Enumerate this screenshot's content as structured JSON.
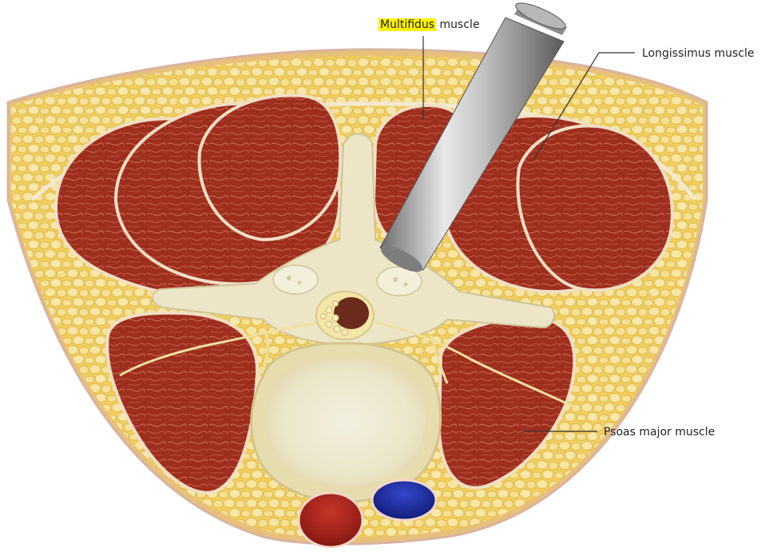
{
  "labels": {
    "multifidus_highlight": "Multifidus",
    "multifidus_rest": "muscle",
    "longissimus": "Longissimus muscle",
    "psoas": "Psoas major muscle"
  },
  "colors": {
    "fat": "#f2d36a",
    "fat_lobule": "#f7e39a",
    "muscle": "#9e2e1e",
    "muscle_dark": "#7a1f12",
    "bone": "#eee7c8",
    "disc": "#f3efdc",
    "spinal_cord": "#5a2a1a",
    "artery": "#b0261d",
    "vein": "#1f2fa8",
    "highlight": "#fff200",
    "instrument": "#9a9a9a"
  }
}
